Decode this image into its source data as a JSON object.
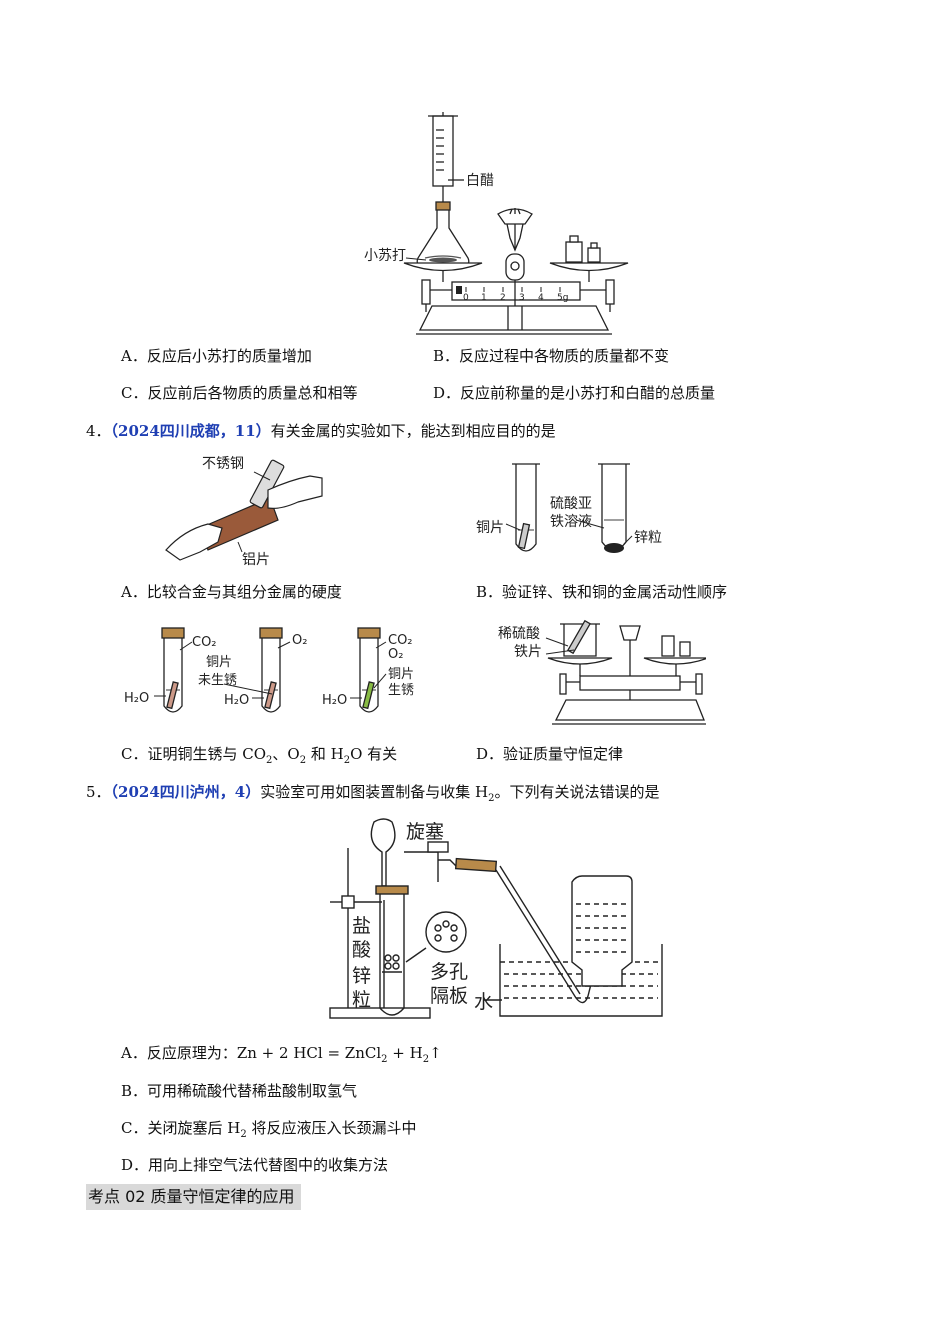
{
  "q3": {
    "figure_labels": {
      "vinegar": "白醋",
      "baking_soda": "小苏打",
      "scale": [
        "0",
        "1",
        "2",
        "3",
        "4",
        "5g"
      ]
    },
    "options": {
      "A": "A．反应后小苏打的质量增加",
      "B": "B．反应过程中各物质的质量都不变",
      "C": "C．反应前后各物质的质量总和相等",
      "D": "D．反应前称量的是小苏打和白醋的总质量"
    }
  },
  "q4": {
    "number": "4．",
    "source": "（2024四川成都，11）",
    "stem": "有关金属的实验如下，能达到相应目的的是",
    "figA_labels": {
      "steel": "不锈钢",
      "aluminum": "铝片"
    },
    "figB_labels": {
      "copper": "铜片",
      "feso4_1": "硫酸亚",
      "feso4_2": "铁溶液",
      "zinc": "锌粒"
    },
    "figC_labels": {
      "co2": "CO₂",
      "o2": "O₂",
      "h2o": "H₂O",
      "cu1": "铜片",
      "cu_no_rust": "未生锈",
      "cu_rust": "生锈"
    },
    "figD_labels": {
      "acid": "稀硫酸",
      "iron": "铁片"
    },
    "options": {
      "A": "A．比较合金与其组分金属的硬度",
      "B": "B．验证锌、铁和铜的金属活动性顺序",
      "C_pre": "C．证明铜生锈与",
      "C_mid1": "CO",
      "C_sep": "、O",
      "C_mid2": " 和 H",
      "C_post": "O 有关",
      "D": "D．验证质量守恒定律"
    }
  },
  "q5": {
    "number": "5．",
    "source": "（2024四川泸州，4）",
    "stem_pre": "实验室可用如图装置制备与收集 H",
    "stem_post": "。下列有关说法错误的是",
    "figure_labels": {
      "stopcock": "旋塞",
      "hcl1": "盐",
      "hcl2": "酸",
      "zn1": "锌",
      "zn2": "粒",
      "plate1": "多孔",
      "plate2": "隔板",
      "water": "水"
    },
    "options": {
      "A_pre": "A．反应原理为：Zn + 2 HCl = ZnCl",
      "A_mid": " + H",
      "A_post": "↑",
      "B": "B．可用稀硫酸代替稀盐酸制取氢气",
      "C_pre": "C．关闭旋塞后 H",
      "C_post": " 将反应液压入长颈漏斗中",
      "D": "D．用向上排空气法代替图中的收集方法"
    }
  },
  "section": {
    "title": "考点 02  质量守恒定律的应用"
  }
}
